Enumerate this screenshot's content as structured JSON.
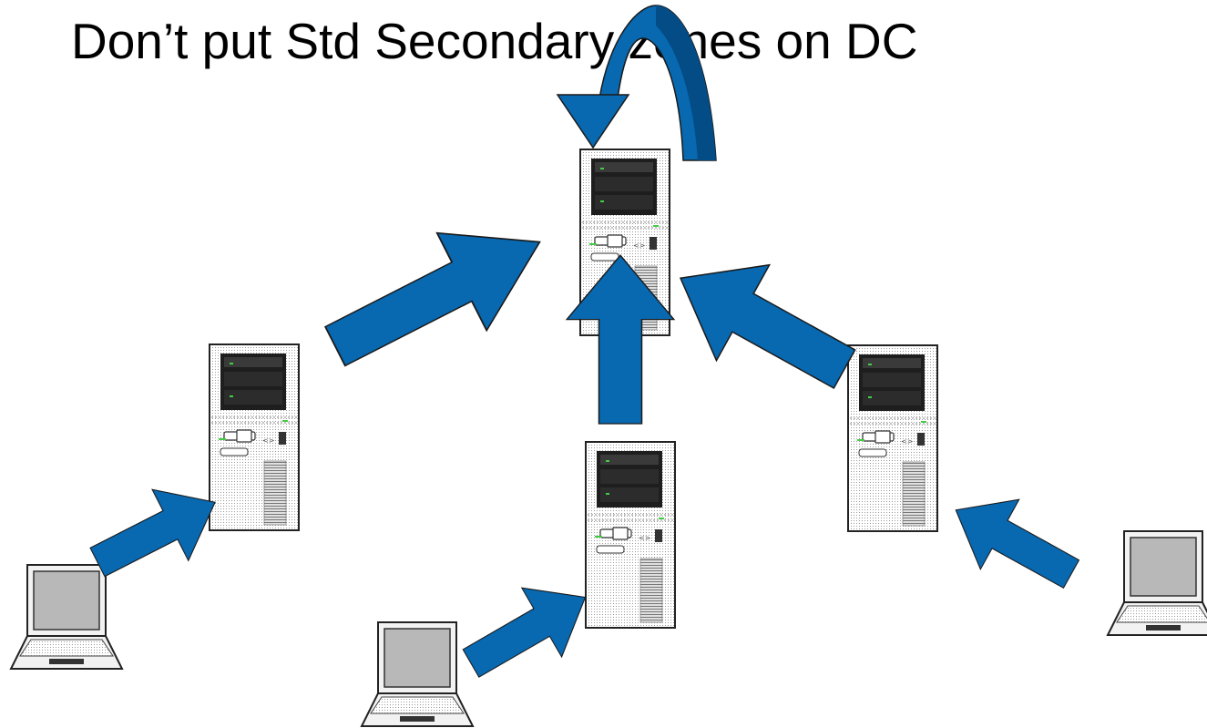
{
  "slide": {
    "title": "Don’t put Std Secondary zones on DC"
  },
  "colors": {
    "arrow": "#0868b0",
    "arrow_dark": "#034c86",
    "arrow_outline": "#1a1a1a",
    "server_body": "#f4f4f4",
    "laptop_screen": "#b8b8b8"
  },
  "diagram": {
    "nodes": [
      {
        "id": "server-top",
        "kind": "server"
      },
      {
        "id": "server-left",
        "kind": "server"
      },
      {
        "id": "server-middle",
        "kind": "server"
      },
      {
        "id": "server-right",
        "kind": "server"
      },
      {
        "id": "laptop-left",
        "kind": "laptop"
      },
      {
        "id": "laptop-middle",
        "kind": "laptop"
      },
      {
        "id": "laptop-right",
        "kind": "laptop"
      }
    ],
    "edges": [
      {
        "from": "server-top",
        "to": "server-top"
      },
      {
        "from": "server-left",
        "to": "server-top"
      },
      {
        "from": "server-middle",
        "to": "server-top"
      },
      {
        "from": "server-right",
        "to": "server-top"
      },
      {
        "from": "laptop-left",
        "to": "server-left"
      },
      {
        "from": "laptop-middle",
        "to": "server-middle"
      },
      {
        "from": "laptop-right",
        "to": "server-right"
      }
    ]
  }
}
